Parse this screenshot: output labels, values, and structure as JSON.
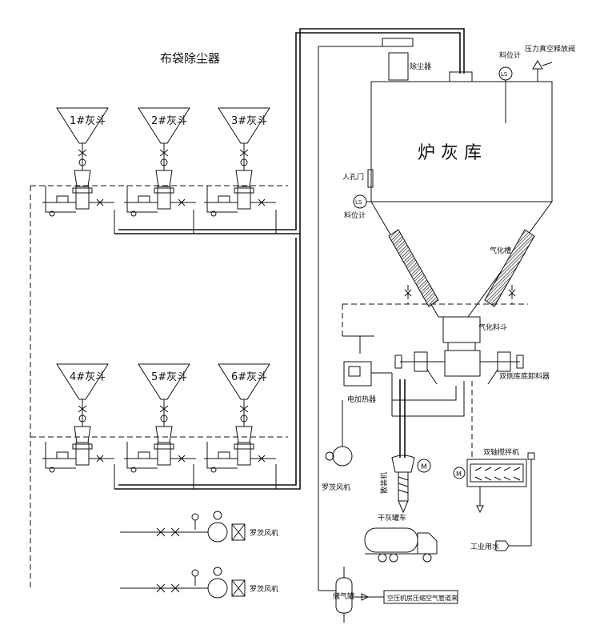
{
  "title": "布袋除尘器",
  "hoppers": [
    {
      "label": "1#灰斗"
    },
    {
      "label": "2#灰斗"
    },
    {
      "label": "3#灰斗"
    },
    {
      "label": "4#灰斗"
    },
    {
      "label": "5#灰斗"
    },
    {
      "label": "6#灰斗"
    }
  ],
  "silo": {
    "name": "炉 灰 库",
    "dust_collector": "除尘器",
    "level_meter_top": "料位计",
    "pressure_valve": "压力真空释放阀",
    "manhole": "人孔门",
    "level_meter_side": "料位计",
    "fluidizing_slot": "气化槽",
    "level_symbol": "LS"
  },
  "discharge": {
    "fluidizing_nozzle": "气化料斗",
    "gate_valve": "双侧库底卸料器",
    "electric_heater": "电加热器",
    "roots_blower": "罗茨风机",
    "loader": "散装机",
    "motor": "M",
    "dry_ash_truck": "干灰罐车",
    "mixer": "双轴搅拌机",
    "industrial_use": "工业用水"
  },
  "blowers": [
    {
      "label": "罗茨风机"
    },
    {
      "label": "罗茨风机"
    }
  ],
  "air_tank": {
    "label": "储气罐",
    "source": "空压机房压缩空气管道来"
  }
}
